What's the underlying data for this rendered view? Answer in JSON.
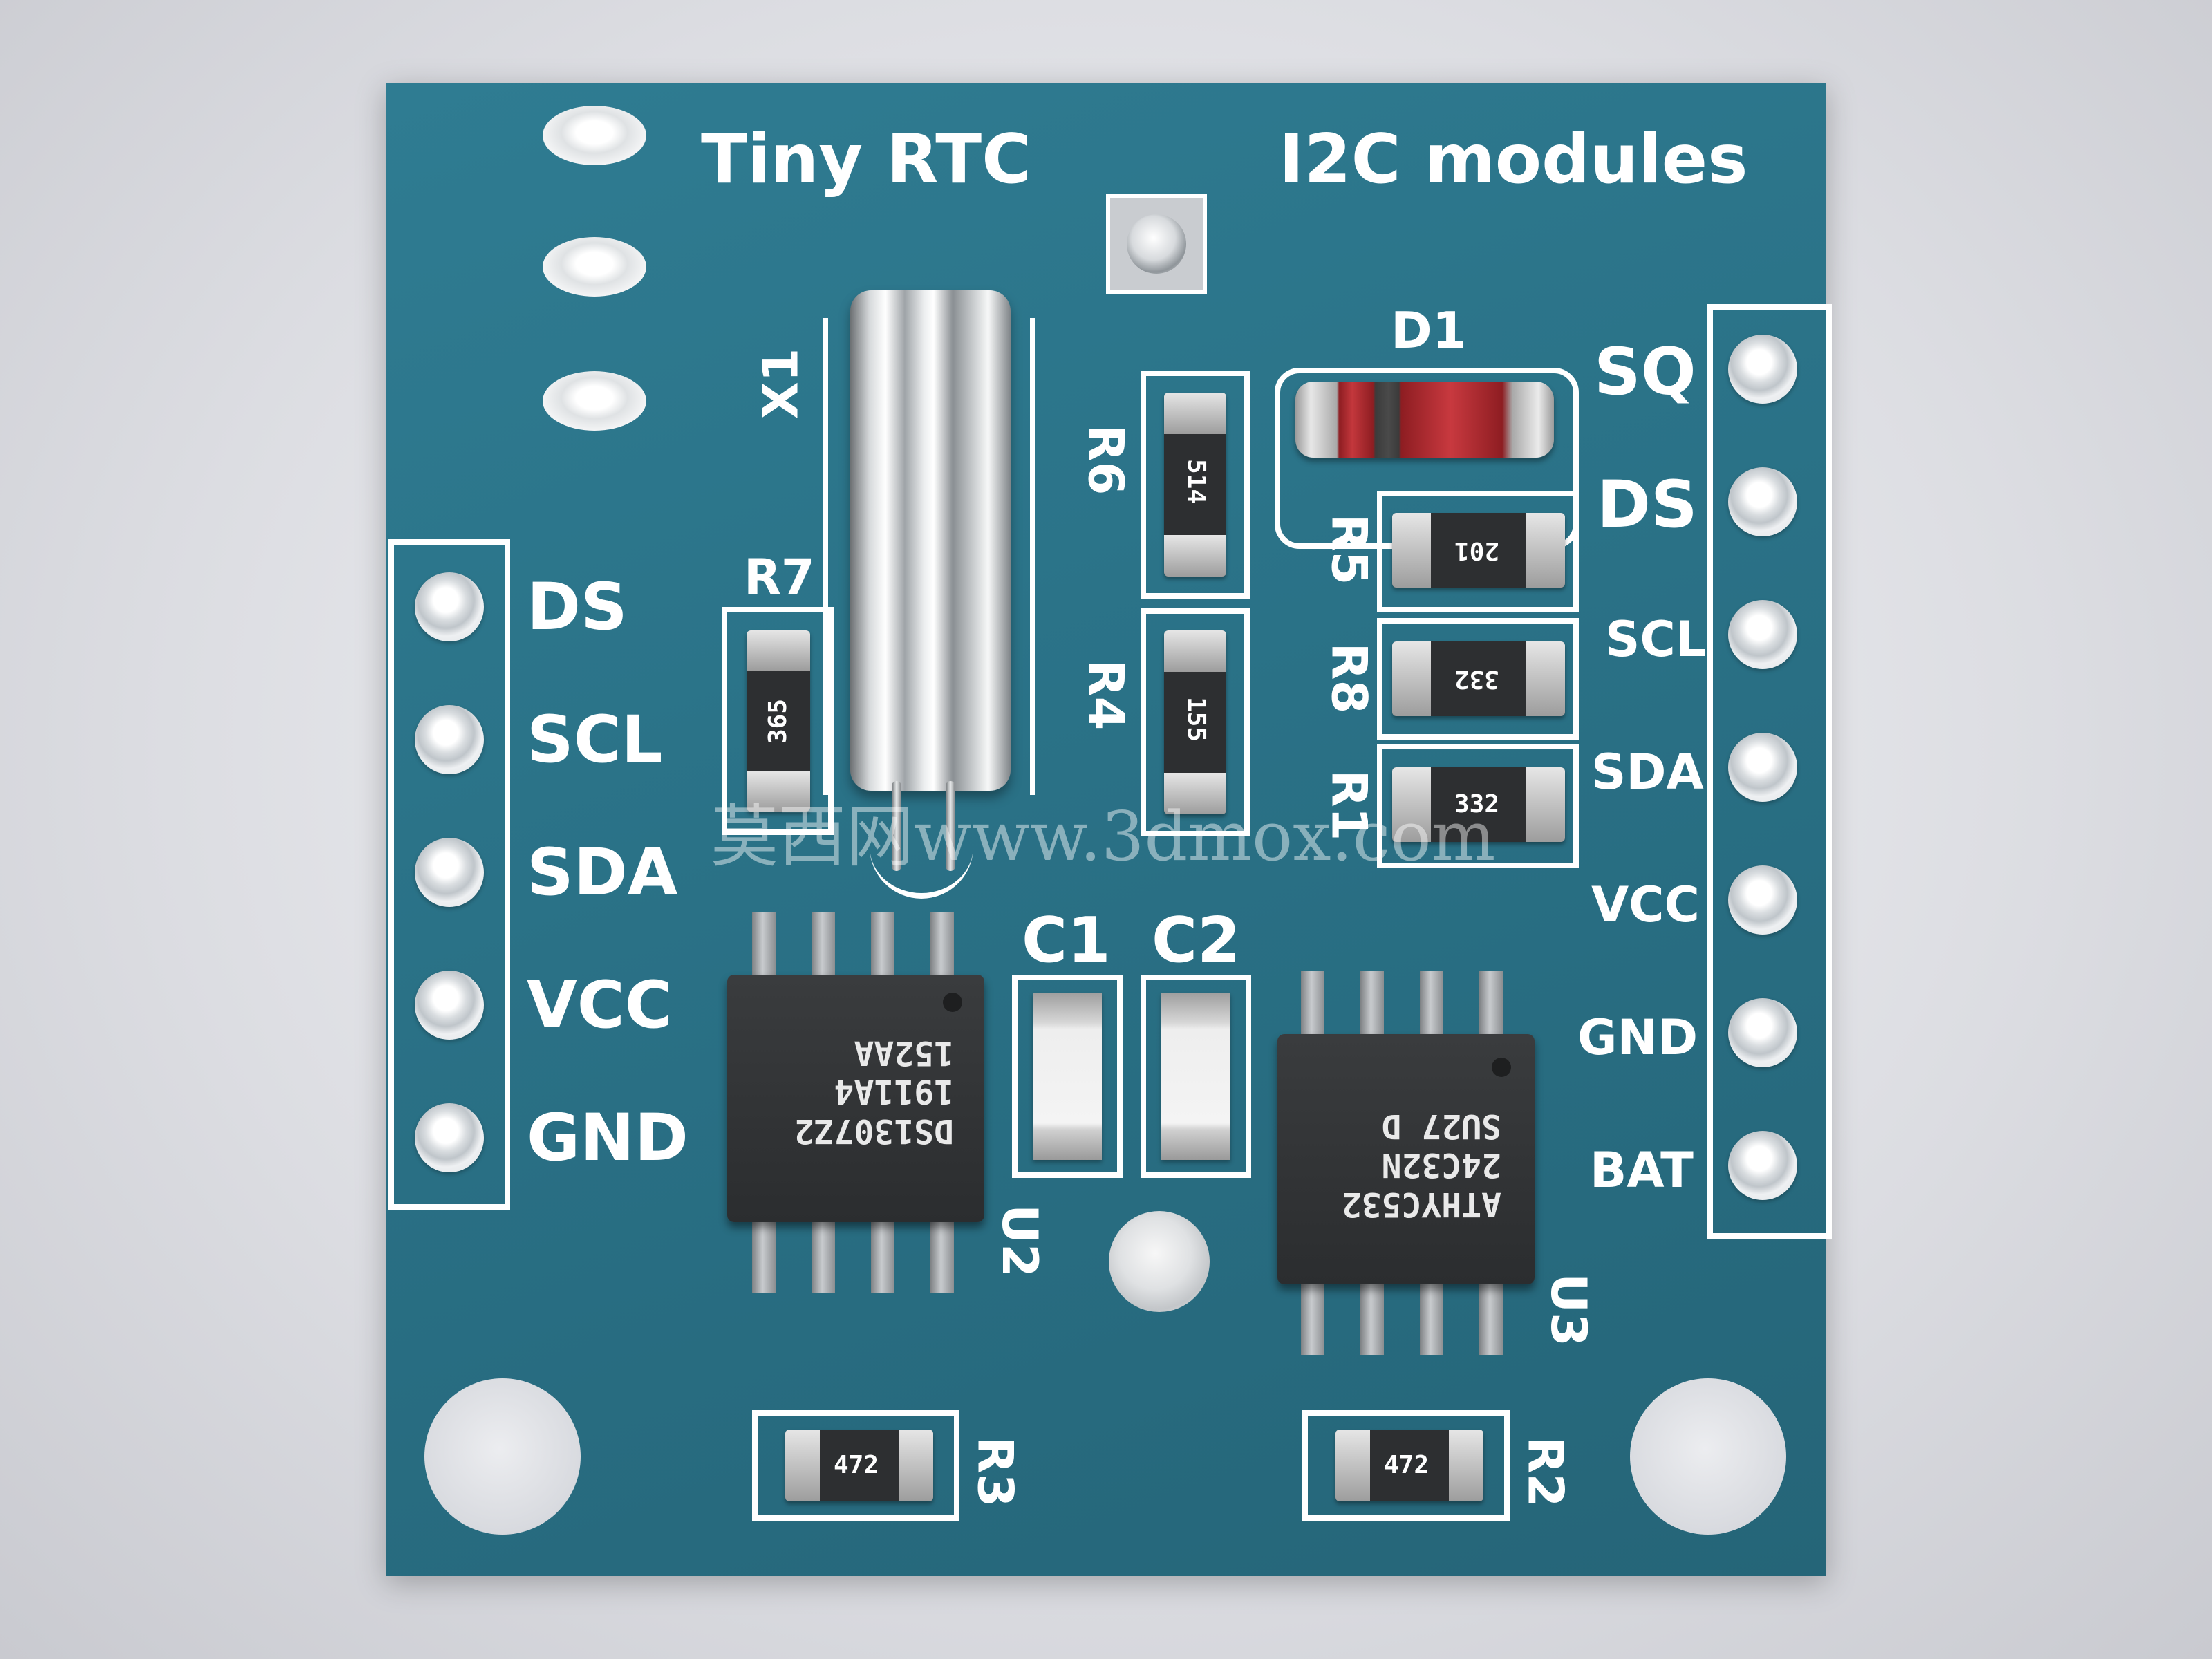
{
  "board": {
    "title_left": "Tiny RTC",
    "title_right": "I2C modules"
  },
  "left_header": {
    "pins": [
      "DS",
      "SCL",
      "SDA",
      "VCC",
      "GND"
    ]
  },
  "right_header": {
    "pins": [
      "SQ",
      "DS",
      "SCL",
      "SDA",
      "VCC",
      "GND",
      "BAT"
    ]
  },
  "designators": {
    "x1": "X1",
    "r1": "R1",
    "r2": "R2",
    "r3": "R3",
    "r4": "R4",
    "r5": "R5",
    "r6": "R6",
    "r7": "R7",
    "r8": "R8",
    "d1": "D1",
    "c1": "C1",
    "c2": "C2",
    "u2": "U2",
    "u3": "U3"
  },
  "resistor_codes": {
    "r1": "332",
    "r2": "472",
    "r3": "472",
    "r4": "155",
    "r5": "201",
    "r6": "514",
    "r7": "365",
    "r8": "332"
  },
  "chips": {
    "u2_lines": [
      "DS1307Z2",
      "1911A4",
      "152AA"
    ],
    "u3_lines": [
      "ATHYC532",
      "24C32N",
      "SU27 D"
    ]
  },
  "watermark": "莫西网www.3dmox.com"
}
